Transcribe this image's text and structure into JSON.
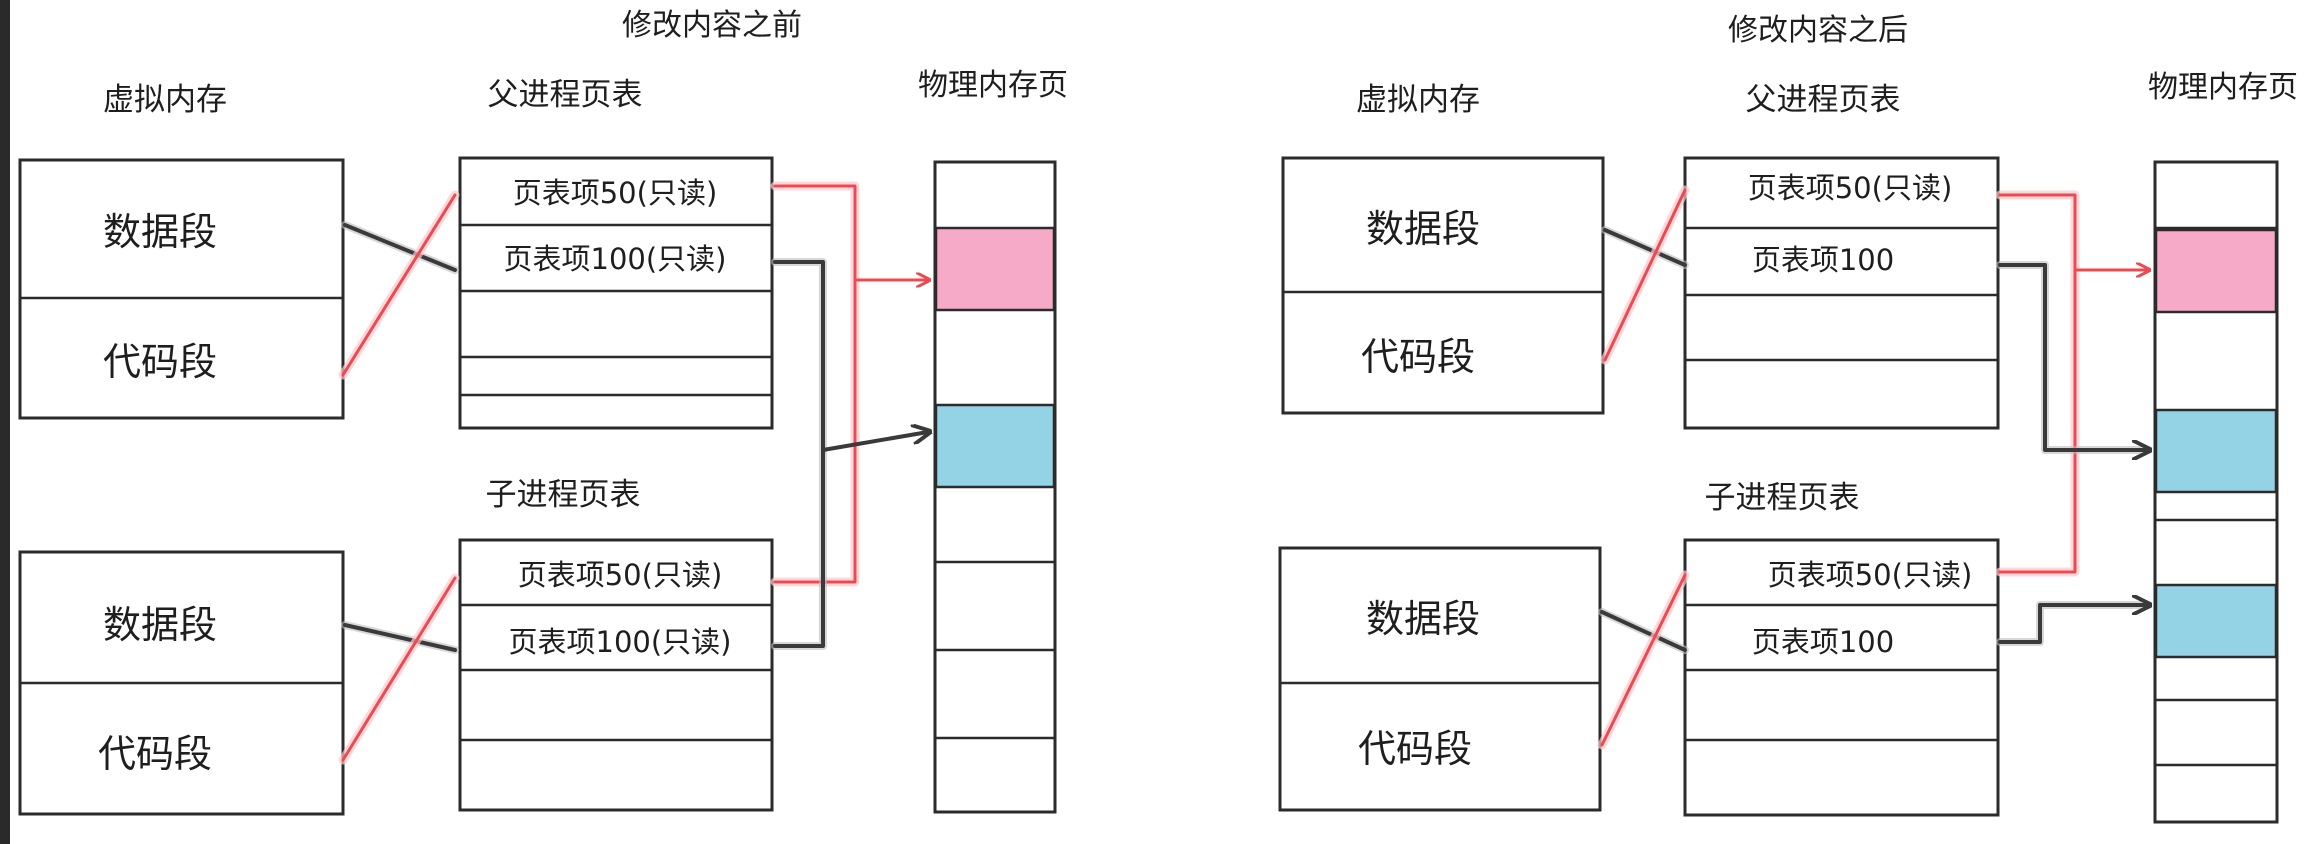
{
  "colors": {
    "shared_page_fill": "#f7a9c8",
    "page_fill": "#94d3e6",
    "readonly_arrow": "#ec4a52",
    "arrow": "#3a3a3a"
  },
  "diagrams": [
    {
      "title": "修改内容之前",
      "virtual_memory_label": "虚拟内存",
      "parent_table_label": "父进程页表",
      "child_table_label": "子进程页表",
      "physical_memory_label": "物理内存页",
      "parent_segments": [
        "数据段",
        "代码段"
      ],
      "child_segments": [
        "数据段",
        "代码段"
      ],
      "parent_entries": [
        "页表项50(只读)",
        "页表项100(只读)",
        "",
        "",
        ""
      ],
      "child_entries": [
        "页表项50(只读)",
        "页表项100(只读)",
        "",
        "",
        ""
      ]
    },
    {
      "title": "修改内容之后",
      "virtual_memory_label": "虚拟内存",
      "parent_table_label": "父进程页表",
      "child_table_label": "子进程页表",
      "physical_memory_label": "物理内存页",
      "parent_segments": [
        "数据段",
        "代码段"
      ],
      "child_segments": [
        "数据段",
        "代码段"
      ],
      "parent_entries": [
        "页表项50(只读)",
        "页表项100",
        "",
        "",
        ""
      ],
      "child_entries": [
        "页表项50(只读)",
        "页表项100",
        "",
        "",
        ""
      ]
    }
  ]
}
